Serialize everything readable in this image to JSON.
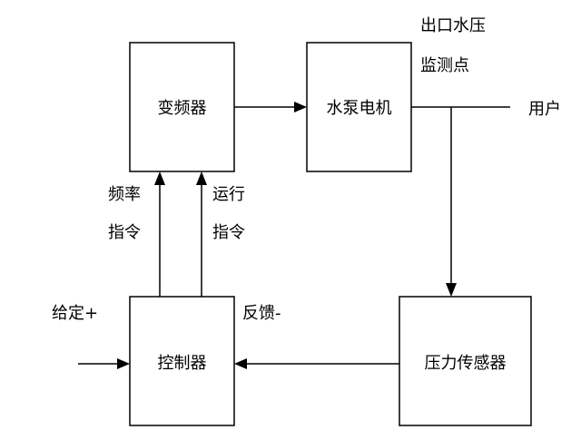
{
  "diagram": {
    "blocks": {
      "inverter": "变频器",
      "pump_motor": "水泵电机",
      "controller": "控制器",
      "pressure_sensor": "压力传感器"
    },
    "labels": {
      "outlet_pressure_line1": "出口水压",
      "outlet_pressure_line2": "监测点",
      "user": "用户",
      "freq_cmd_line1": "频率",
      "freq_cmd_line2": "指令",
      "run_cmd_line1": "运行",
      "run_cmd_line2": "指令",
      "setpoint": "给定+",
      "feedback": "反馈-"
    }
  }
}
